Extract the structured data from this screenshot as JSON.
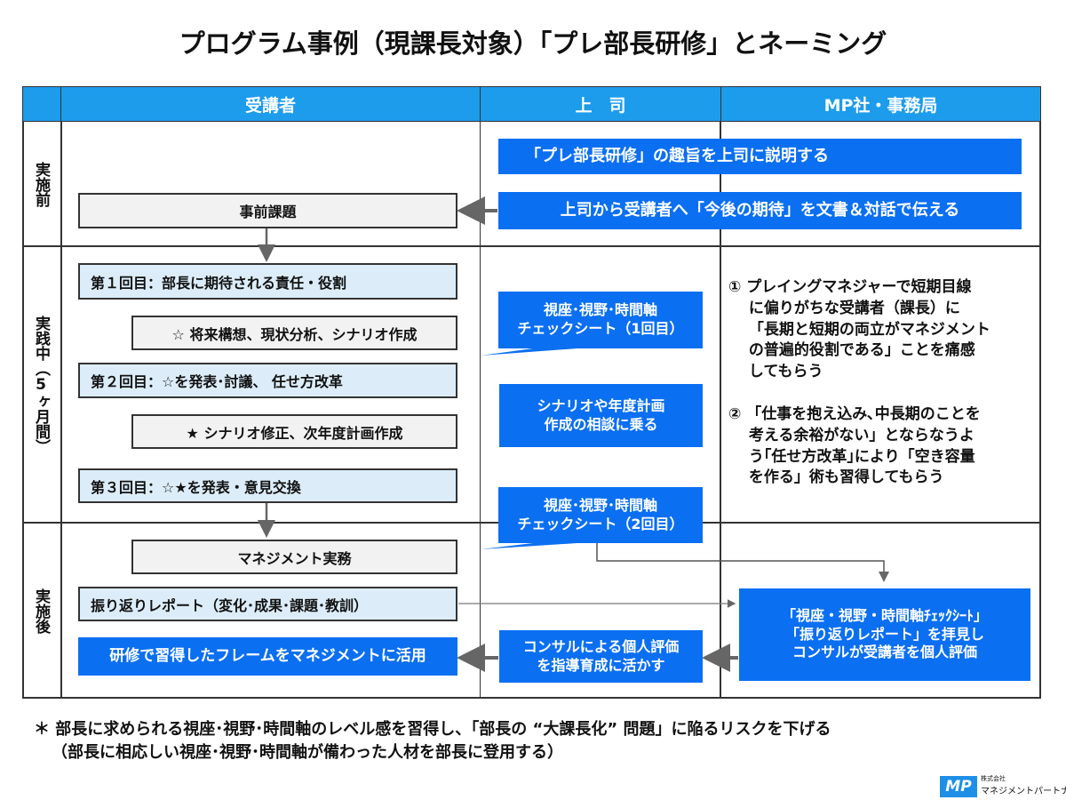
{
  "title": "プログラム事例（現課長対象）「プレ部長研修」とネーミング",
  "headers": {
    "trainee": "受講者",
    "boss": "上　司",
    "mp": "MP社・事務局"
  },
  "rows": {
    "before": "実施前",
    "during": "実践中（5ヶ月間）",
    "after": "実施後"
  },
  "trainee": {
    "pre_task": "事前課題",
    "session1": "第１回目：部長に期待される責任・役割",
    "task1": "☆ 将来構想、現状分析、シナリオ作成",
    "session2": "第２回目：☆を発表･討議、 任せ方改革",
    "task2": "★ シナリオ修正、次年度計画作成",
    "session3": "第３回目：☆★を発表・意見交換",
    "practice": "マネジメント実務",
    "report": "振り返りレポート（変化･成果･課題･教訓）",
    "apply": "研修で習得したフレームをマネジメントに活用"
  },
  "boss": {
    "explain": "「プレ部長研修」の趣旨を上司に説明する",
    "expect": "上司から受講者へ「今後の期待」を文書＆対話で伝える",
    "check1": "視座･視野･時間軸\nチェックシート（1回目）",
    "consult": "シナリオや年度計画\n作成の相談に乗る",
    "check2": "視座･視野･時間軸\nチェックシート（2回目）",
    "evaluate": "コンサルによる個人評価\nを指導育成に活かす"
  },
  "mp": {
    "note1": "① プレイングマネジャーで短期目線\n　 に偏りがちな受講者（課長）に\n　 「長期と短期の両立がマネジメント\n　 の普遍的役割である」ことを痛感\n　 してもらう",
    "note2": "② 「仕事を抱え込み､中長期のことを\n　 考える余裕がない」とならなうよ\n　 う｢任せ方改革｣により「空き容量\n　 を作る」術も習得してもらう",
    "review": "「視座・視野・時間軸ﾁｪｯｸｼｰﾄ」\n「振り返りレポート」を拝見し\nコンサルが受講者を個人評価"
  },
  "footnote": {
    "line1": "＊ 部長に求められる視座･視野･時間軸のレベル感を習得し、「部長の “大課長化” 問題」に陥るリスクを下げる",
    "line2": "（部長に相応しい視座･視野･時間軸が備わった人材を部長に登用する）"
  },
  "logo": {
    "mark": "MP",
    "company_small": "株式会社",
    "company": "マネジメントパートナー"
  }
}
